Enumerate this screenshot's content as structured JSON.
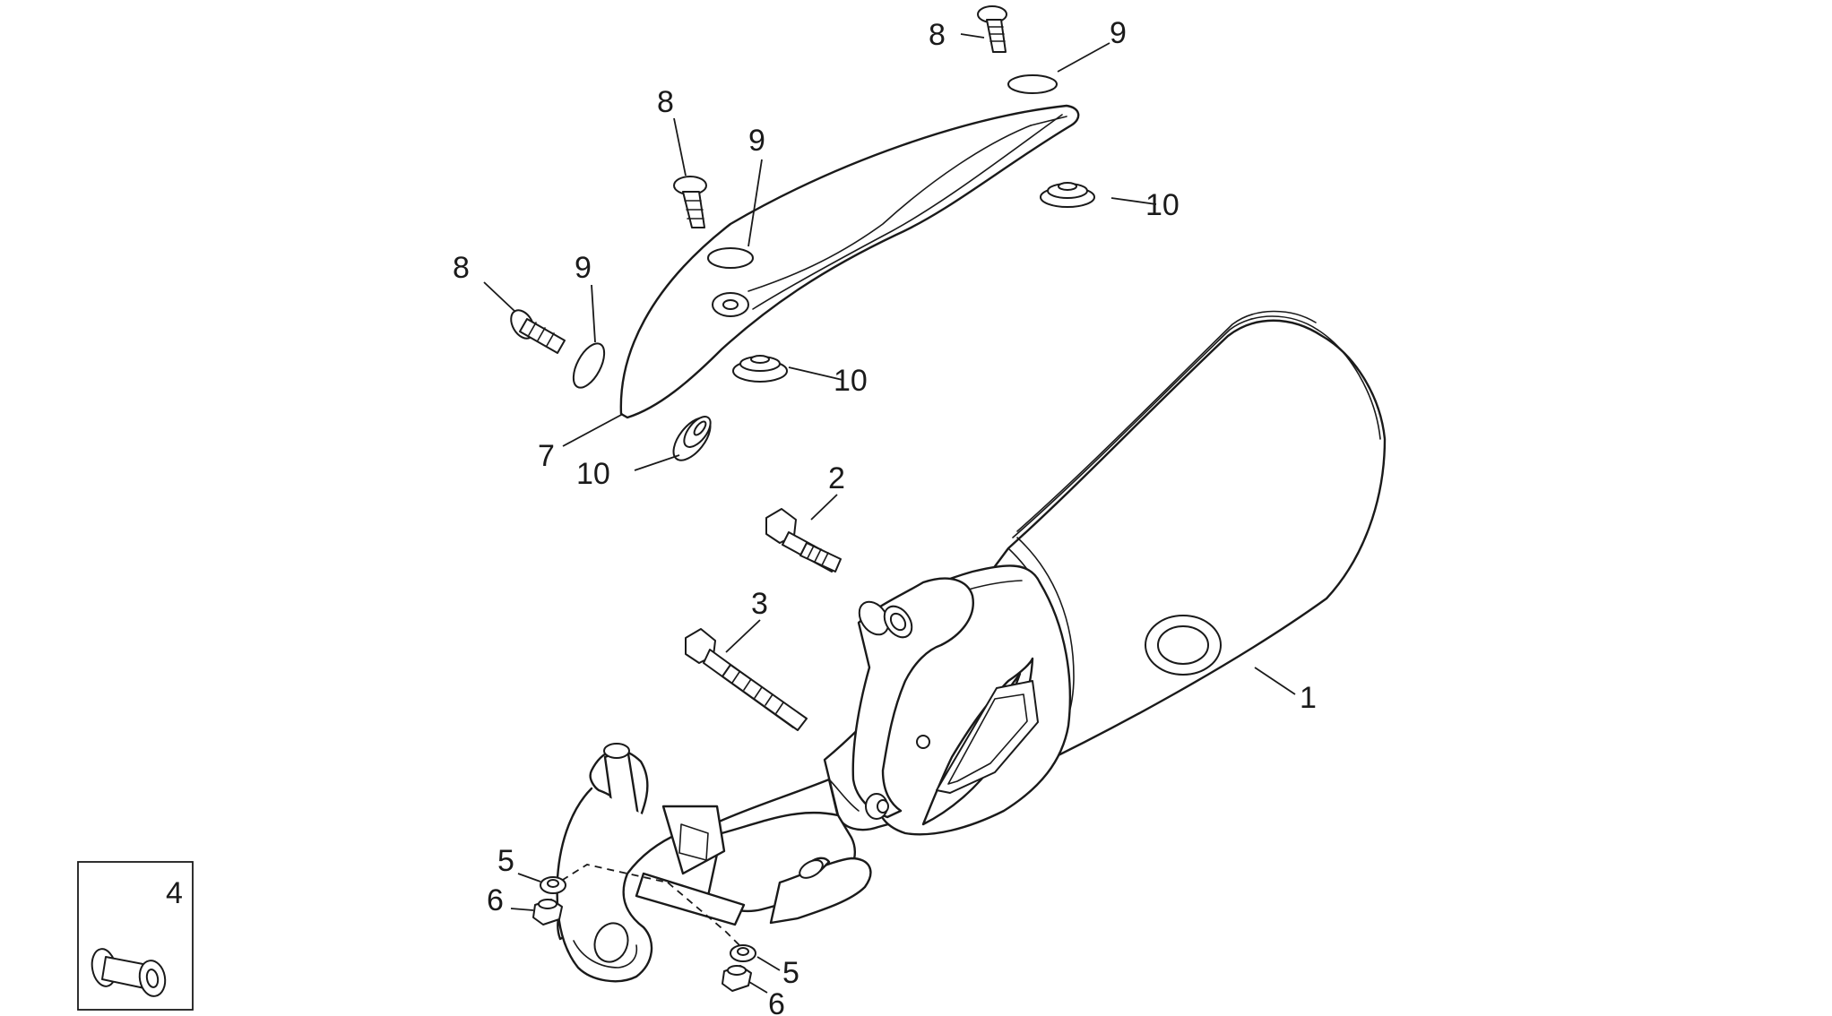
{
  "callouts": {
    "muffler": "1",
    "bolt_short": "2",
    "bolt_long": "3",
    "kit_box": "4",
    "washer_left": "5",
    "washer_right": "5",
    "nut_left": "6",
    "nut_right": "6",
    "heat_shield": "7",
    "screw_top": "8",
    "screw_middle": "8",
    "screw_left": "8",
    "washer_top": "9",
    "washer_middle": "9",
    "washer_left_9": "9",
    "grommet_right": "10",
    "grommet_middle": "10",
    "grommet_bottom": "10"
  }
}
